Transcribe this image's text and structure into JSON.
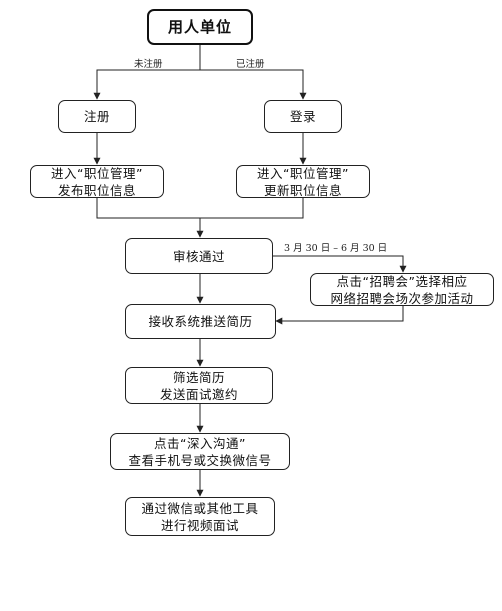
{
  "nodes": {
    "start": [
      "用人单位"
    ],
    "register": [
      "注册"
    ],
    "login": [
      "登录"
    ],
    "post_job": [
      "进入“职位管理”",
      "发布职位信息"
    ],
    "update_job": [
      "进入“职位管理”",
      "更新职位信息"
    ],
    "review": [
      "审核通过"
    ],
    "job_fair": [
      "点击“招聘会”选择相应",
      "网络招聘会场次参加活动"
    ],
    "receive_resume": [
      "接收系统推送简历"
    ],
    "screen": [
      "筛选简历",
      "发送面试邀约"
    ],
    "contact": [
      "点击“深入沟通”",
      "查看手机号或交换微信号"
    ],
    "interview": [
      "通过微信或其他工具",
      "进行视频面试"
    ]
  },
  "edge_labels": {
    "unregistered": "未注册",
    "registered": "已注册",
    "period": "3 月 30 日 – 6 月 30 日"
  },
  "colors": {
    "stroke": "#222222",
    "text": "#111111",
    "background": "#ffffff"
  }
}
